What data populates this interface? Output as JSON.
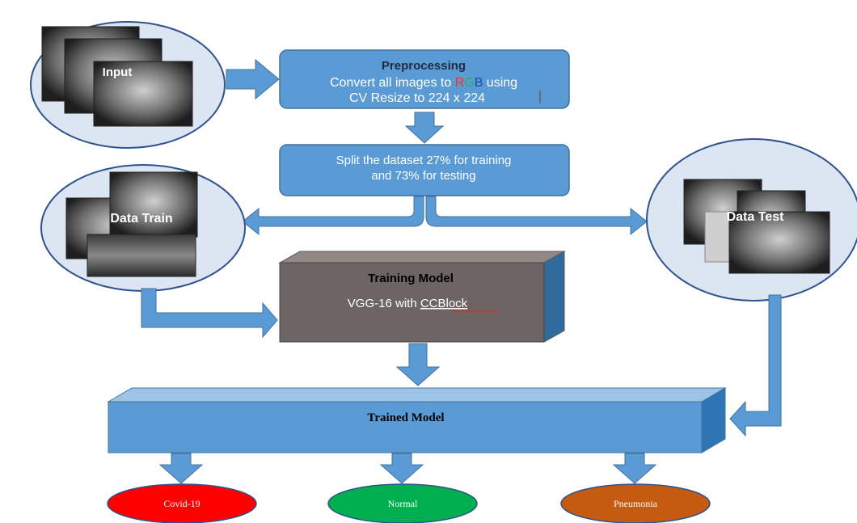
{
  "input": {
    "label": "Input"
  },
  "preprocessing": {
    "title": "Preprocessing",
    "line1_before": "Convert all images to ",
    "rgb_r": "R",
    "rgb_g": "G",
    "rgb_b": "B",
    "line1_after": " using",
    "line2": "CV Resize to 224 x 224",
    "rgb_colors": {
      "r": "#ff2a2a",
      "g": "#2eb04a",
      "b": "#1a4aa8"
    }
  },
  "split": {
    "line1": "Split the dataset 27% for training",
    "line2": "and 73% for testing"
  },
  "data_train": {
    "label": "Data Train"
  },
  "data_test": {
    "label": "Data Test"
  },
  "training_model": {
    "title": "Training Model",
    "subtitle_prefix": "VGG-16 with ",
    "subtitle_block": "CCBlock"
  },
  "trained_model": {
    "title": "Trained Model"
  },
  "outputs": [
    {
      "label": "Covid-19",
      "color": "#ff0000"
    },
    {
      "label": "Normal",
      "color": "#00b050"
    },
    {
      "label": "Pneumonia",
      "color": "#c55a11"
    }
  ],
  "colors": {
    "box_blue": "#5b9bd5",
    "box_border": "#41719c",
    "arrow_blue": "#5b9bd5",
    "circle_fill": "#dce6f2",
    "circle_border": "#2f528f",
    "grey_box": "#6d6563"
  }
}
